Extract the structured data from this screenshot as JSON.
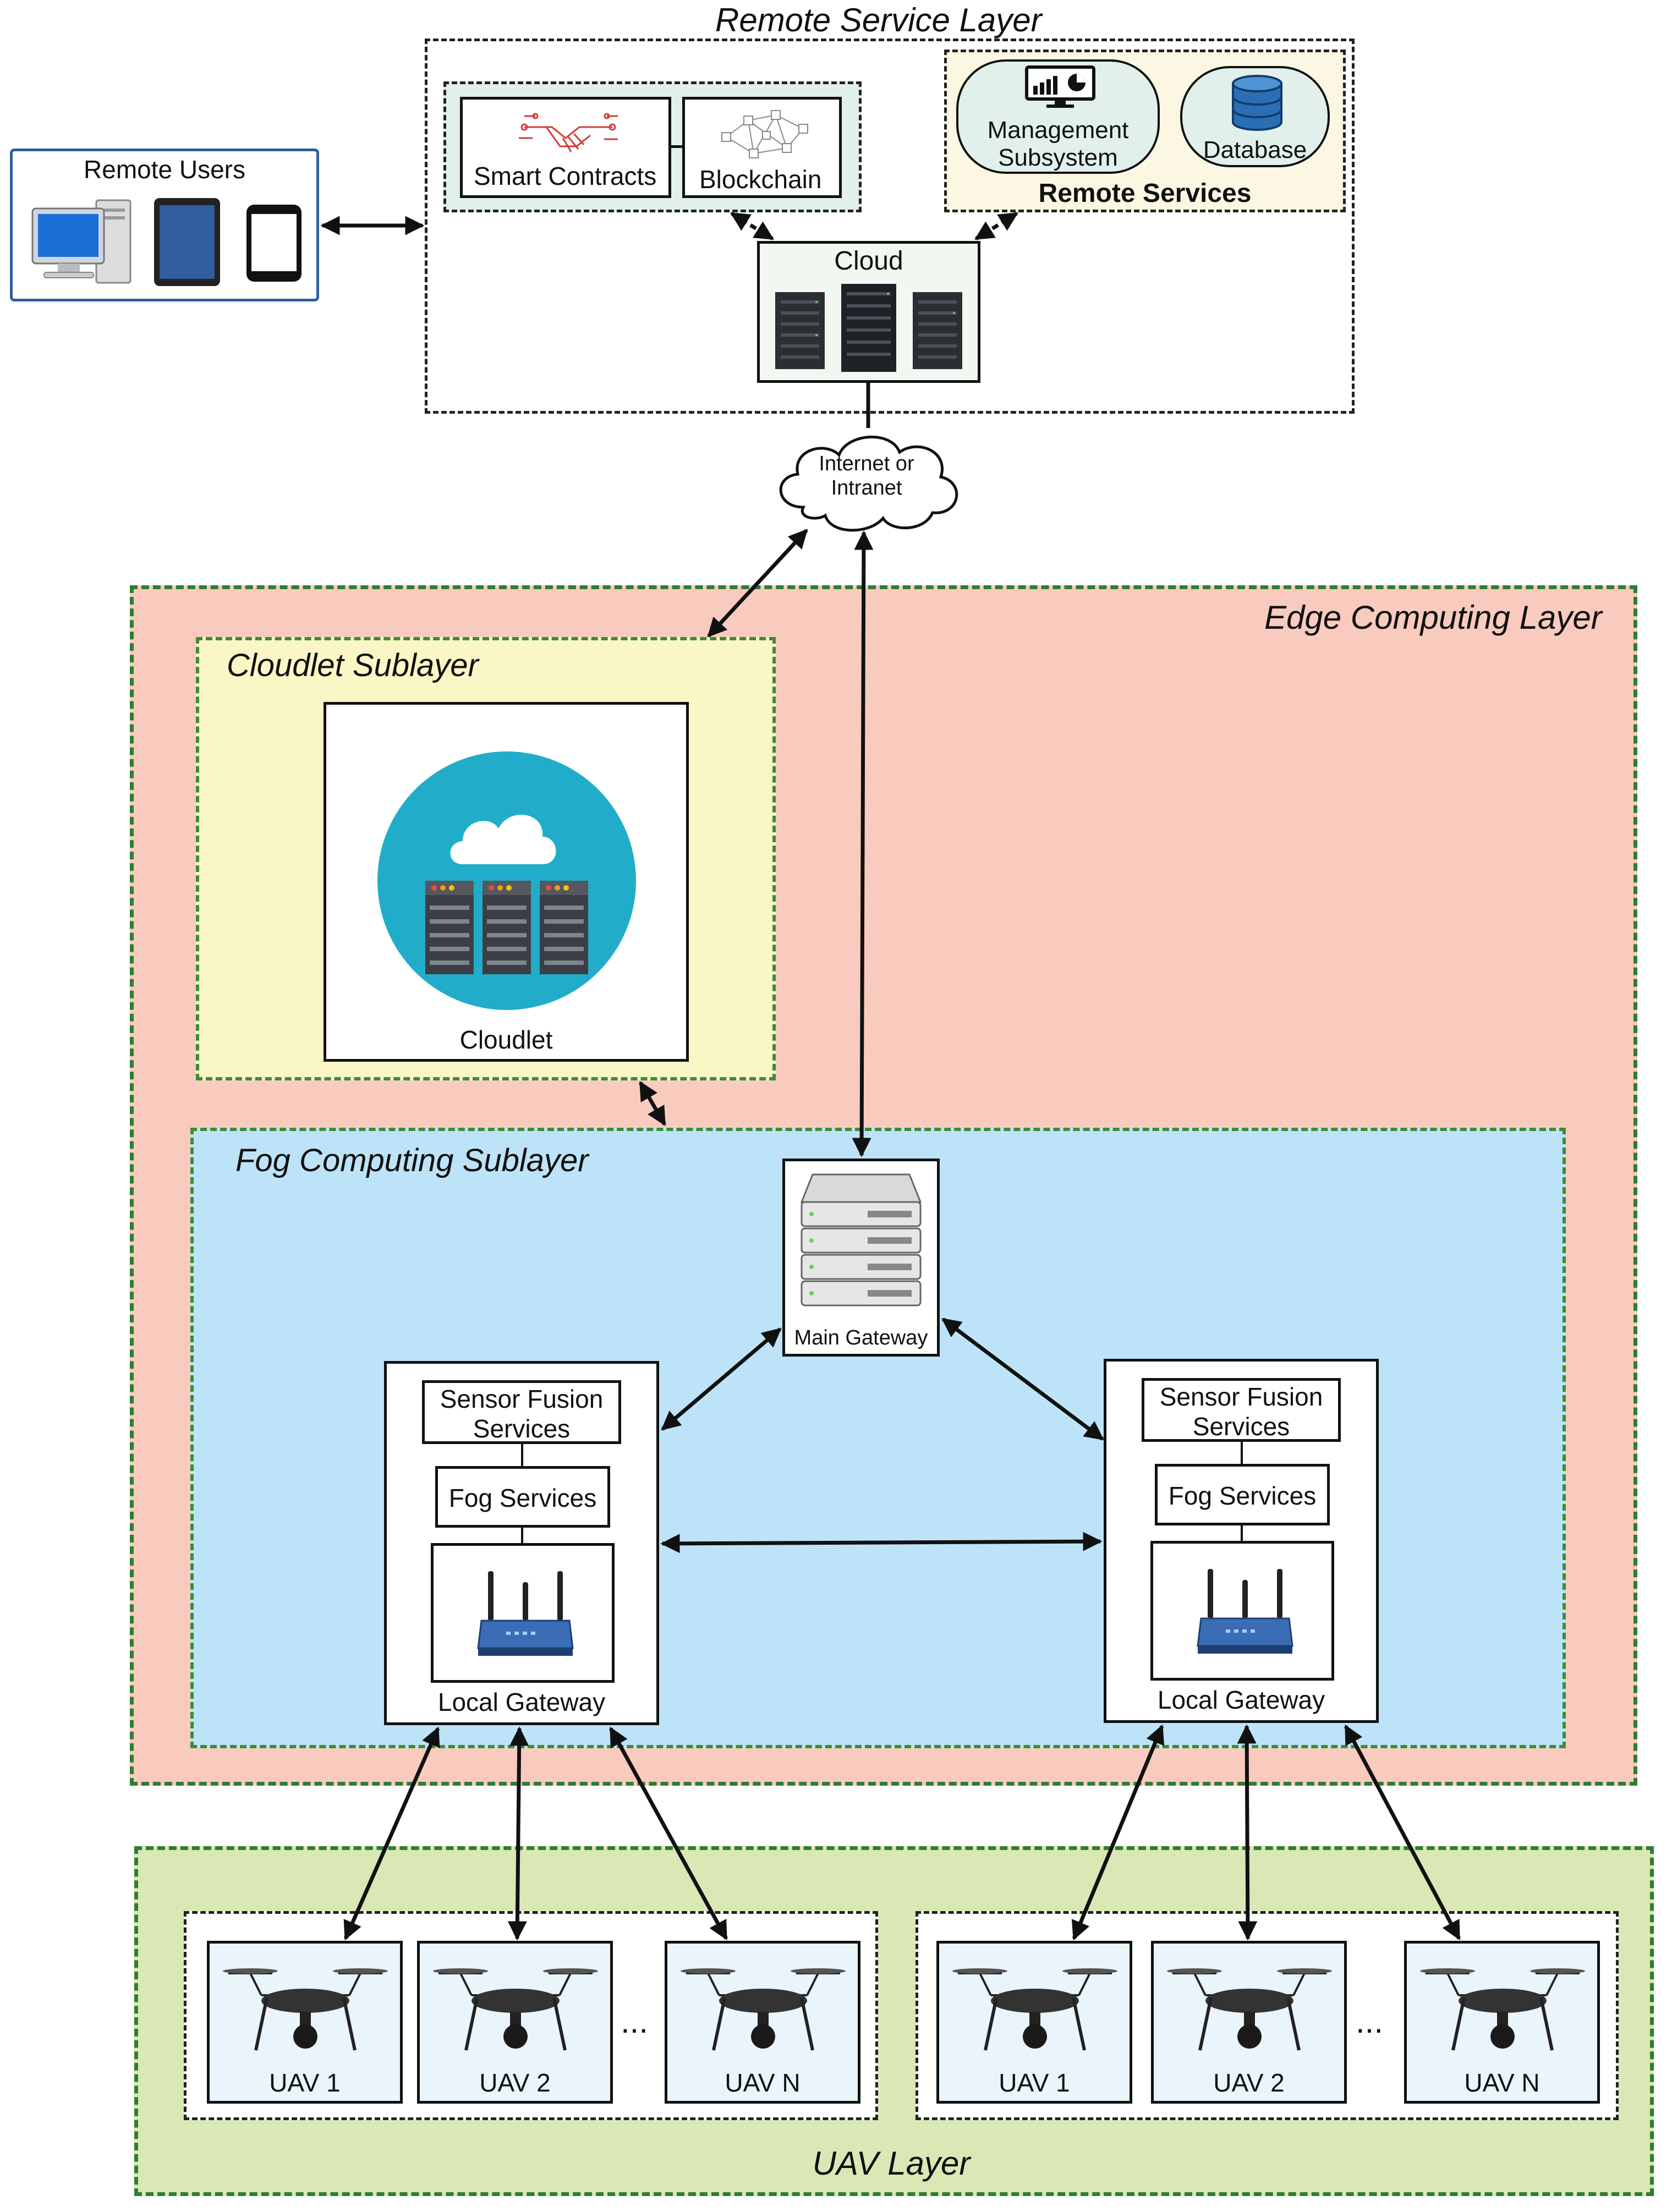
{
  "layers": {
    "remote_service": "Remote Service Layer",
    "edge_computing": "Edge Computing Layer",
    "cloudlet": "Cloudlet Sublayer",
    "fog": "Fog Computing Sublayer",
    "uav": "UAV Layer"
  },
  "remote_users": {
    "title": "Remote Users",
    "icons": [
      "desktop-computer-icon",
      "tablet-icon",
      "smartphone-icon"
    ]
  },
  "remote_service": {
    "smart_contracts": "Smart Contracts",
    "blockchain": "Blockchain",
    "management_line1": "Management",
    "management_line2": "Subsystem",
    "database": "Database",
    "remote_services": "Remote Services",
    "cloud": "Cloud"
  },
  "internet": {
    "line1": "Internet or",
    "line2": "Intranet"
  },
  "cloudlet": {
    "label": "Cloudlet"
  },
  "fog": {
    "main_gateway": "Main Gateway",
    "left": {
      "sensor_line1": "Sensor Fusion",
      "sensor_line2": "Services",
      "fog_services": "Fog Services",
      "local_gateway": "Local Gateway"
    },
    "right": {
      "sensor_line1": "Sensor Fusion",
      "sensor_line2": "Services",
      "fog_services": "Fog Services",
      "local_gateway": "Local Gateway"
    }
  },
  "uav_groups": [
    {
      "uavs": [
        "UAV 1",
        "UAV 2",
        "UAV N"
      ],
      "ellipsis": "..."
    },
    {
      "uavs": [
        "UAV 1",
        "UAV 2",
        "UAV N"
      ],
      "ellipsis": "..."
    }
  ],
  "colors": {
    "edge_bg": "#f9cbbf",
    "cloudlet_bg": "#fbf6c6",
    "fog_bg": "#bde3f8",
    "uav_bg": "#d9e8b5",
    "blockchain_bg": "#e2f0ec",
    "remote_services_bg": "#fbf7e2",
    "cloudlet_circle": "#21adc9",
    "router_blue": "#3b6db5",
    "uav_cell_bg": "#eaf4fb",
    "user_border": "#2d5fa1"
  }
}
